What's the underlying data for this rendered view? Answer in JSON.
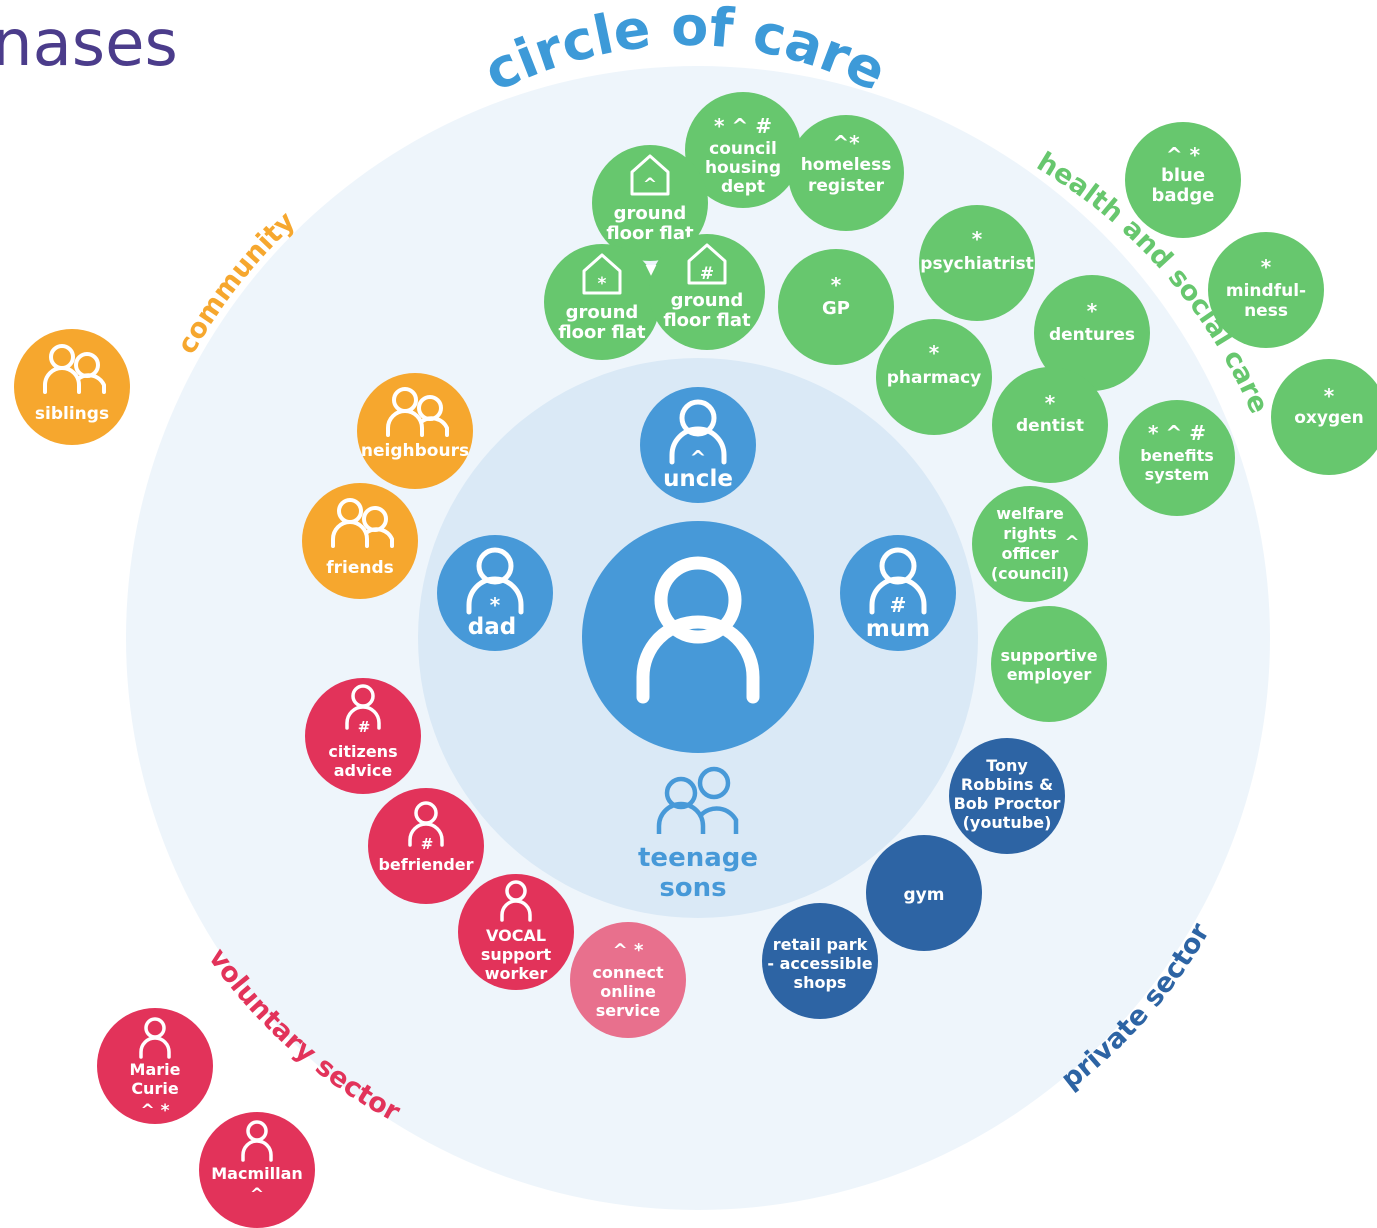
{
  "header": {
    "title": "circle of care",
    "partial_heading": "nases"
  },
  "colors": {
    "blue": "#4799d8",
    "dark_blue": "#2d64a4",
    "green": "#67c76e",
    "orange": "#f6a72e",
    "red": "#e2335a",
    "pink": "#e8708d",
    "outer_ring": "#eef5fb",
    "inner_ring": "#dae9f6",
    "title": "#3d9ad8",
    "heading": "#4b3c8b"
  },
  "sectors": {
    "community": "community",
    "health": "health and social care",
    "voluntary": "voluntary sector",
    "private": "private sector"
  },
  "center": {
    "label": ""
  },
  "family": {
    "uncle": {
      "label": "uncle",
      "marks": "^"
    },
    "dad": {
      "label": "dad",
      "marks": "*"
    },
    "mum": {
      "label": "mum",
      "marks": "#"
    },
    "teenage_sons": {
      "line1": "teenage",
      "line2": "sons"
    }
  },
  "community": {
    "siblings": "siblings",
    "neighbours": "neighbours",
    "friends": "friends"
  },
  "housing": {
    "council_housing_dept": {
      "marks": "* ^ #",
      "lines": [
        "council",
        "housing",
        "dept"
      ]
    },
    "homeless_register": {
      "marks": "^*",
      "lines": [
        "homeless",
        "register"
      ]
    },
    "ground_floor_flat_top": {
      "marks": "^",
      "lines": [
        "ground",
        "floor flat"
      ]
    },
    "ground_floor_flat_left": {
      "marks": "*",
      "lines": [
        "ground",
        "floor flat"
      ]
    },
    "ground_floor_flat_right": {
      "marks": "#",
      "lines": [
        "ground",
        "floor flat"
      ]
    },
    "arrow": "▼"
  },
  "health": {
    "gp": {
      "marks": "*",
      "lines": [
        "GP"
      ]
    },
    "psychiatrist": {
      "marks": "*",
      "lines": [
        "psychiatrist"
      ]
    },
    "pharmacy": {
      "marks": "*",
      "lines": [
        "pharmacy"
      ]
    },
    "dentures": {
      "marks": "*",
      "lines": [
        "dentures"
      ]
    },
    "dentist": {
      "marks": "*",
      "lines": [
        "dentist"
      ]
    },
    "blue_badge": {
      "marks": "^ *",
      "lines": [
        "blue",
        "badge"
      ]
    },
    "mindfulness": {
      "marks": "*",
      "lines": [
        "mindful-",
        "ness"
      ]
    },
    "oxygen": {
      "marks": "*",
      "lines": [
        "oxygen"
      ]
    },
    "benefits_system": {
      "marks": "* ^ #",
      "lines": [
        "benefits",
        "system"
      ]
    },
    "welfare_rights_officer": {
      "marks": "^",
      "lines": [
        "welfare",
        "rights",
        "officer",
        "(council)"
      ]
    },
    "supportive_employer": {
      "lines": [
        "supportive",
        "employer"
      ]
    }
  },
  "private": {
    "tony_robbins": {
      "lines": [
        "Tony",
        "Robbins &",
        "Bob Proctor",
        "(youtube)"
      ]
    },
    "gym": {
      "lines": [
        "gym"
      ]
    },
    "retail_park": {
      "lines": [
        "retail park",
        "- accessible",
        "shops"
      ]
    }
  },
  "voluntary": {
    "citizens_advice": {
      "marks": "#",
      "lines": [
        "citizens",
        "advice"
      ]
    },
    "befriender": {
      "marks": "#",
      "lines": [
        "befriender"
      ]
    },
    "vocal_support_worker": {
      "lines": [
        "VOCAL",
        "support",
        "worker"
      ]
    },
    "connect_online_service": {
      "marks": "^ *",
      "lines": [
        "connect",
        "online",
        "service"
      ]
    },
    "marie_curie": {
      "marks": "^ *",
      "lines": [
        "Marie",
        "Curie"
      ]
    },
    "macmillan": {
      "marks": "^",
      "lines": [
        "Macmillan"
      ]
    }
  }
}
